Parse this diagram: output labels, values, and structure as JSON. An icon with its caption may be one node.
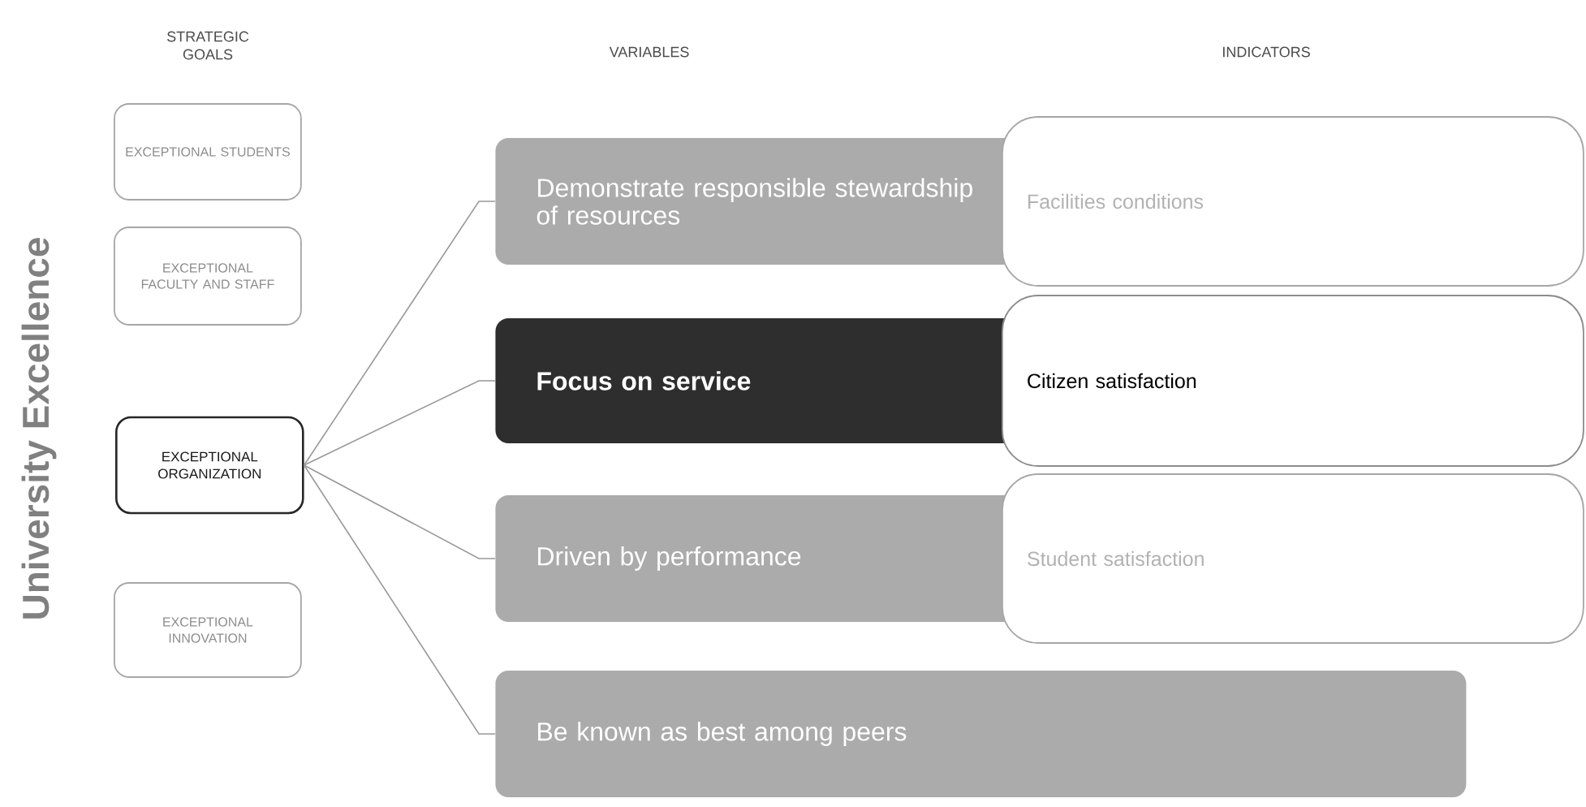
{
  "diagram": {
    "nodes": [
      {
        "text": [
          "EXCEPTIONAL STUDENTS"
        ]
      },
      {
        "text": [
          "EXCEPTIONAL FACULTY AND STAFF"
        ]
      },
      {
        "text": [
          "EXCEPTIONAL ORGANIZATION"
        ]
      },
      {
        "text": [
          "EXCEPTIONAL INNOVATION"
        ]
      },
      {
        "text": [
          "Demonstrate responsible stewardship of resources"
        ]
      },
      {
        "text": [
          "Facilities conditions"
        ]
      },
      {
        "text": [
          "Focus on service"
        ]
      },
      {
        "text": [
          "Citizen satisfaction"
        ]
      },
      {
        "text": [
          "Driven by performance"
        ]
      },
      {
        "text": [
          "Student satisfaction"
        ]
      },
      {
        "text": [
          "Be known as best among peers"
        ]
      }
    ],
    "edges": [
      {
        "from": 2,
        "to": 4,
        "arrow": "none"
      },
      {
        "from": 2,
        "to": 6,
        "arrow": "none"
      },
      {
        "from": 2,
        "to": 8,
        "arrow": "none"
      },
      {
        "from": 2,
        "to": 10,
        "arrow": "none"
      }
    ],
    "labels": [
      "STRATEGIC GOALS",
      "VARIABLES",
      "INDICATORS",
      "University Excellence"
    ]
  }
}
